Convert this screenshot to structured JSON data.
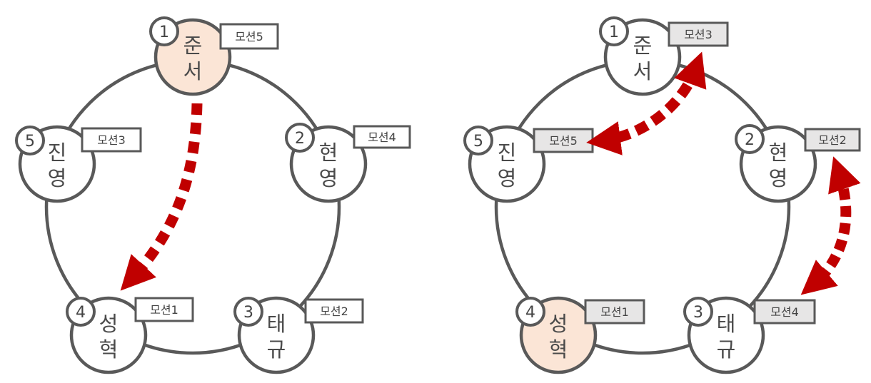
{
  "diagrams": [
    {
      "nodes": [
        {
          "num": "1",
          "name1": "준",
          "name2": "서",
          "tag": "모션5",
          "highlight": true
        },
        {
          "num": "2",
          "name1": "현",
          "name2": "영",
          "tag": "모션4",
          "highlight": false
        },
        {
          "num": "3",
          "name1": "태",
          "name2": "규",
          "tag": "모션2",
          "highlight": false
        },
        {
          "num": "4",
          "name1": "성",
          "name2": "혁",
          "tag": "모션1",
          "highlight": false
        },
        {
          "num": "5",
          "name1": "진",
          "name2": "영",
          "tag": "모션3",
          "highlight": false
        }
      ],
      "tag_style": "white"
    },
    {
      "nodes": [
        {
          "num": "1",
          "name1": "준",
          "name2": "서",
          "tag": "모션3",
          "highlight": false
        },
        {
          "num": "2",
          "name1": "현",
          "name2": "영",
          "tag": "모션2",
          "highlight": false
        },
        {
          "num": "3",
          "name1": "태",
          "name2": "규",
          "tag": "모션4",
          "highlight": false
        },
        {
          "num": "4",
          "name1": "성",
          "name2": "혁",
          "tag": "모션1",
          "highlight": true
        },
        {
          "num": "5",
          "name1": "진",
          "name2": "영",
          "tag": "모션5",
          "highlight": false
        }
      ],
      "tag_style": "gray"
    }
  ],
  "colors": {
    "ring": "#595959",
    "node_fill": "#ffffff",
    "node_highlight": "#fbe5d6",
    "arrow": "#c00000",
    "tag_white": "#ffffff",
    "tag_gray": "#e7e6e6"
  }
}
